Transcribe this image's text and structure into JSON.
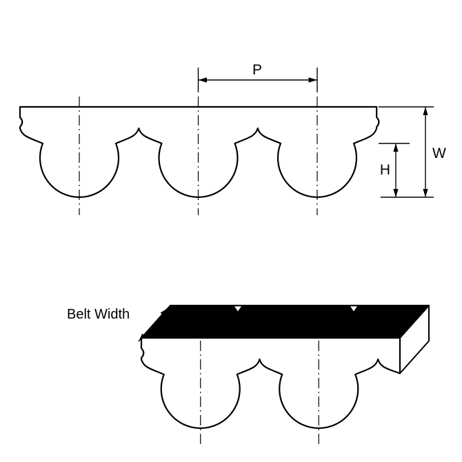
{
  "diagram": {
    "labels": {
      "pitch": "P",
      "belt_thickness": "W",
      "tooth_height": "H",
      "belt_width": "Belt Width"
    },
    "colors": {
      "line": "#000000",
      "belt_fill": "#ffffff",
      "top_face": "#000000",
      "background": "#ffffff"
    }
  }
}
